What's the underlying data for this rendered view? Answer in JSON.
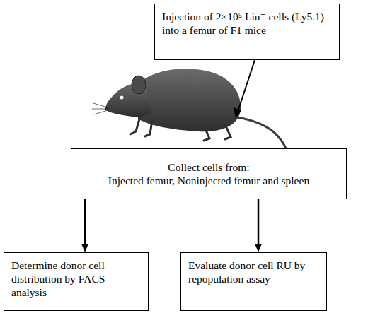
{
  "diagram": {
    "nodes": [
      {
        "text": [
          "Injection of 2×10⁵ Lin⁻ cells (Ly5.1) into a femur of F1 mice"
        ]
      },
      {
        "text": [
          "Collect cells from:",
          "Injected femur, Noninjected femur and spleen"
        ]
      },
      {
        "text": [
          "Determine donor cell distribution by FACS analysis"
        ]
      },
      {
        "text": [
          "Evaluate donor cell RU by repopulation assay"
        ]
      }
    ],
    "edges": [
      {
        "from": 1,
        "to": 2,
        "arrow": "to"
      },
      {
        "from": 1,
        "to": 3,
        "arrow": "to"
      }
    ]
  }
}
